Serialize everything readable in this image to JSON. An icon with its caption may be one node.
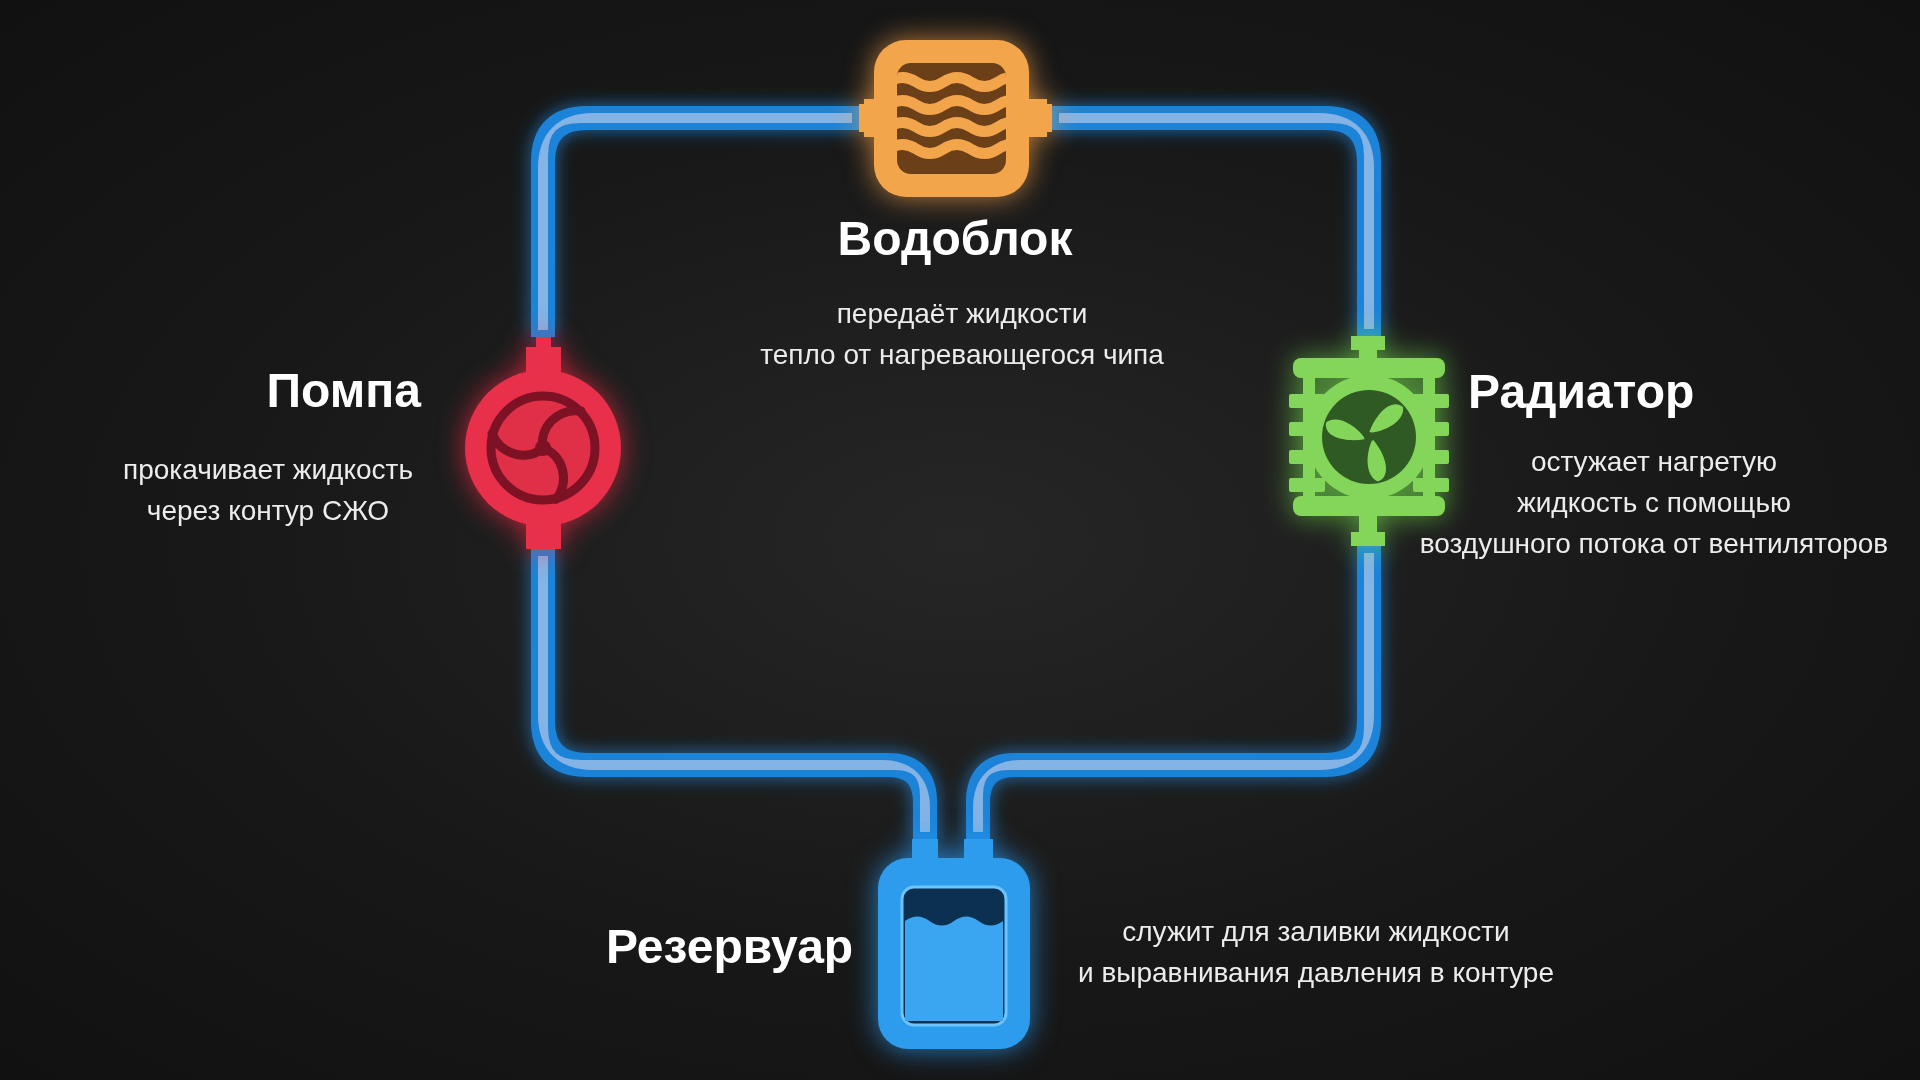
{
  "diagram": {
    "nodes": [
      {
        "text": [],
        "shape": "picture",
        "beside": [
          "Водоблок",
          "передаёт жидкости тепло от нагревающегося чипа"
        ]
      },
      {
        "text": [],
        "shape": "picture",
        "beside": [
          "Помпа",
          "прокачивает жидкость через контур СЖО"
        ]
      },
      {
        "text": [],
        "shape": "picture",
        "beside": [
          "Радиатор",
          "остужает нагретую жидкость с помощью воздушного потока от вентиляторов"
        ]
      },
      {
        "text": [],
        "shape": "picture",
        "beside": [
          "Резервуар",
          "служит для заливки жидкости и выравнивания давления в контуре"
        ]
      }
    ],
    "edges": [
      {
        "from": 1,
        "to": 0,
        "arrow": "none"
      },
      {
        "from": 0,
        "to": 2,
        "arrow": "none"
      },
      {
        "from": 2,
        "to": 3,
        "arrow": "none"
      },
      {
        "from": 3,
        "to": 1,
        "arrow": "none"
      }
    ]
  }
}
